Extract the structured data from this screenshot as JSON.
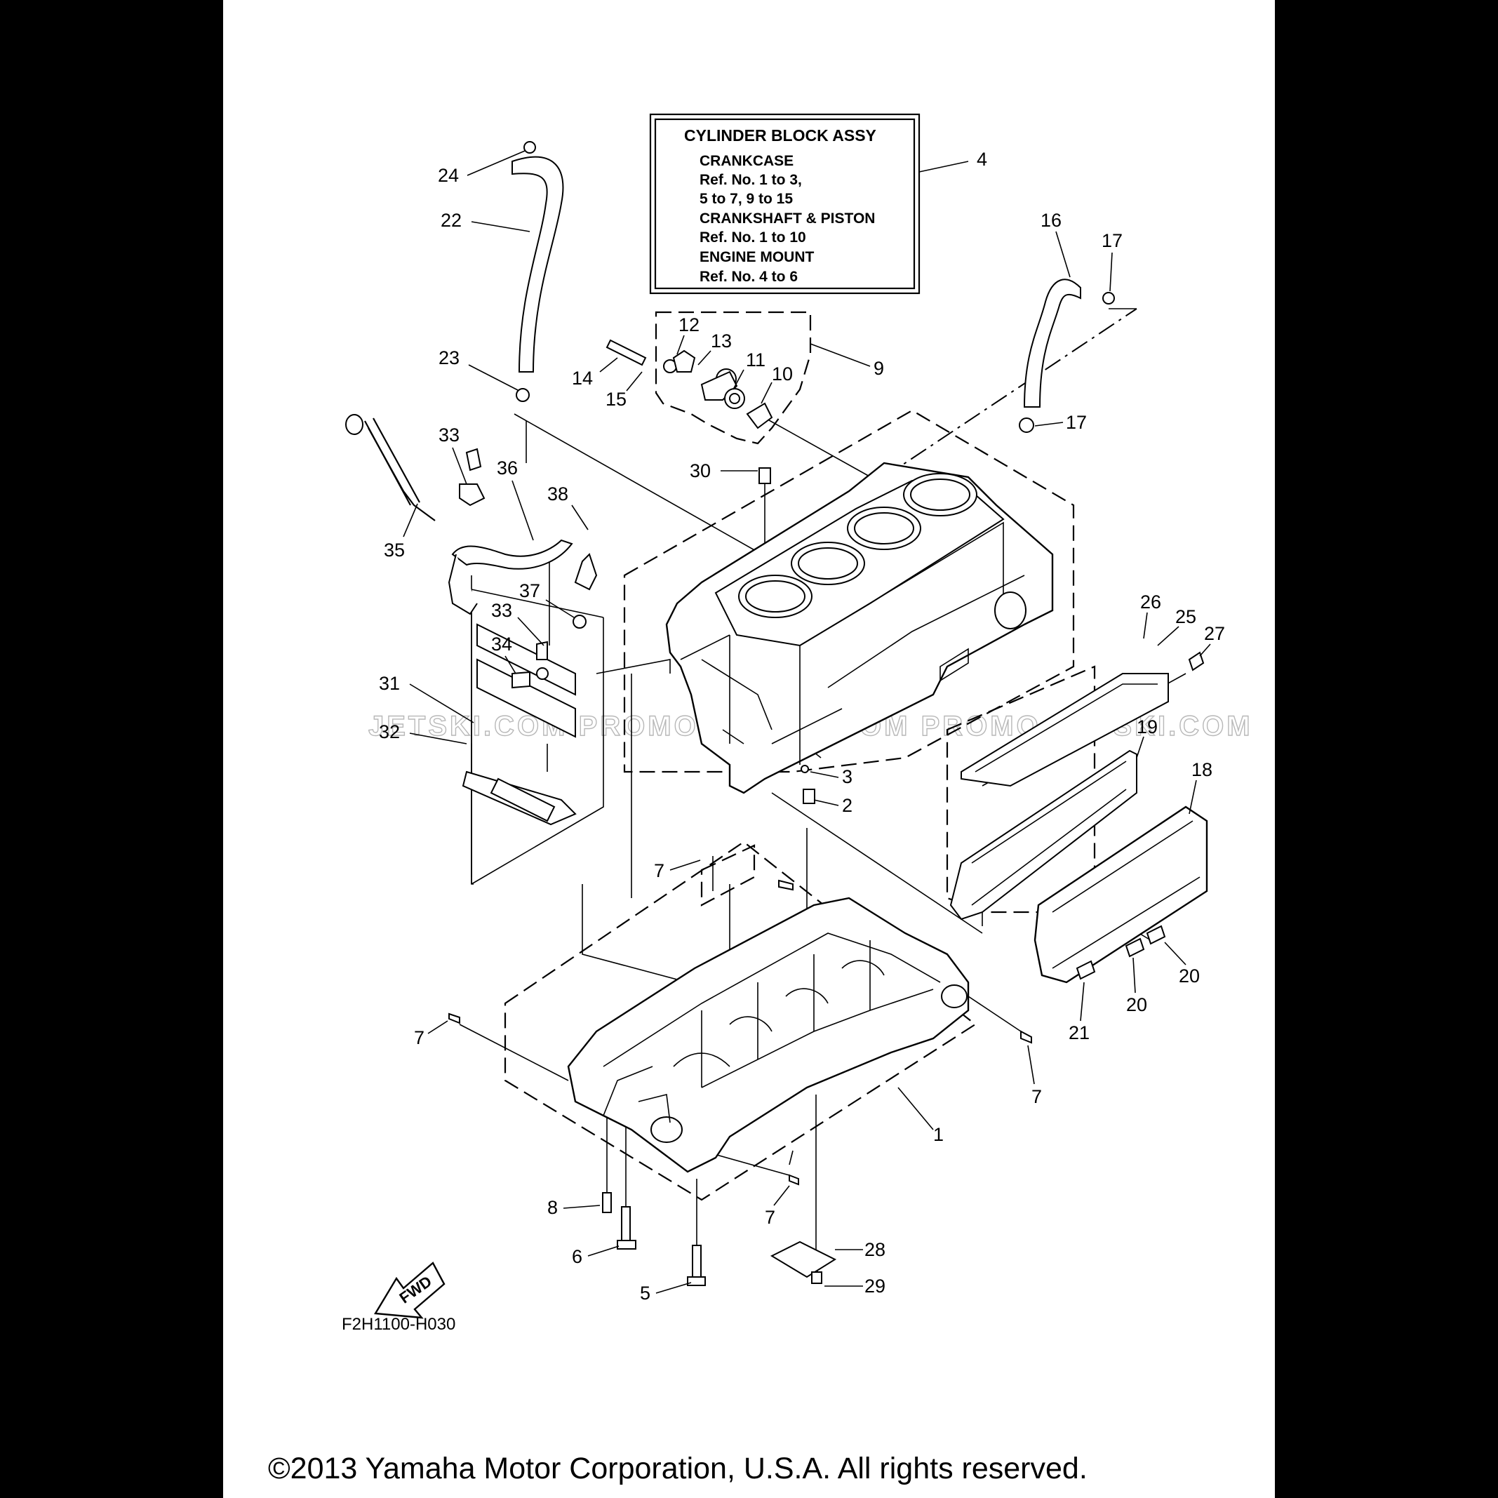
{
  "assembly_box": {
    "title": "CYLINDER BLOCK ASSY",
    "lines": [
      "CRANKCASE",
      "Ref. No. 1 to 3,",
      "5 to 7, 9 to 15",
      "CRANKSHAFT & PISTON",
      "Ref. No. 1 to 10",
      "ENGINE MOUNT",
      "Ref. No. 4 to 6"
    ]
  },
  "callouts": {
    "c1": "1",
    "c2": "2",
    "c3": "3",
    "c4": "4",
    "c5": "5",
    "c6": "6",
    "c7a": "7",
    "c7b": "7",
    "c7c": "7",
    "c7d": "7",
    "c8": "8",
    "c9": "9",
    "c10": "10",
    "c11": "11",
    "c12": "12",
    "c13": "13",
    "c14": "14",
    "c15": "15",
    "c16": "16",
    "c17a": "17",
    "c17b": "17",
    "c18": "18",
    "c19": "19",
    "c20a": "20",
    "c20b": "20",
    "c21": "21",
    "c22": "22",
    "c23": "23",
    "c24": "24",
    "c25": "25",
    "c26": "26",
    "c27": "27",
    "c28": "28",
    "c29": "29",
    "c30": "30",
    "c31": "31",
    "c32": "32",
    "c33a": "33",
    "c33b": "33",
    "c34": "34",
    "c35": "35",
    "c36": "36",
    "c37": "37",
    "c38": "38"
  },
  "fwd_label": "FWD",
  "figure_code": "F2H1100-H030",
  "watermark": "JETSKI.COM  PROMO-JETSKI.COM  PROMO-JETSKI.COM",
  "copyright": "©2013 Yamaha Motor Corporation, U.S.A. All rights reserved."
}
